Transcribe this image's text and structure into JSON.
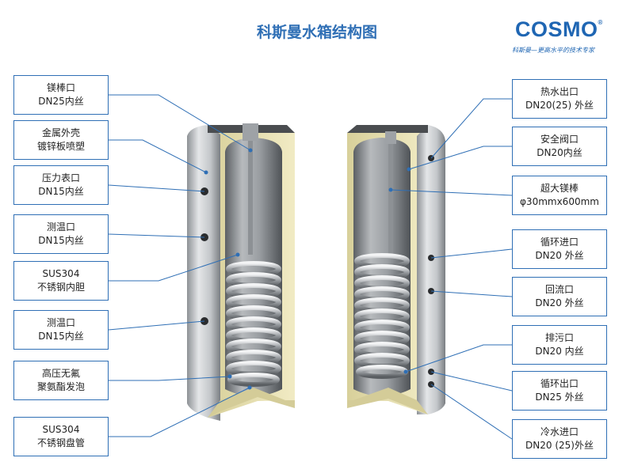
{
  "title": "科斯曼水箱结构图",
  "logo": {
    "text": "COSMO",
    "mark": "®",
    "tagline": "科斯曼—更高水平的技术专家"
  },
  "labels_left": [
    {
      "line1": "镁棒口",
      "line2": "DN25内丝"
    },
    {
      "line1": "金属外壳",
      "line2": "镀锌板喷塑"
    },
    {
      "line1": "压力表口",
      "line2": "DN15内丝"
    },
    {
      "line1": "测温口",
      "line2": "DN15内丝"
    },
    {
      "line1": "SUS304",
      "line2": "不锈钢内胆"
    },
    {
      "line1": "测温口",
      "line2": "DN15内丝"
    },
    {
      "line1": "高压无氟",
      "line2": "聚氨酯发泡"
    },
    {
      "line1": "SUS304",
      "line2": "不锈钢盘管"
    }
  ],
  "labels_right": [
    {
      "line1": "热水出口",
      "line2": "DN20(25) 外丝"
    },
    {
      "line1": "安全阀口",
      "line2": "DN20内丝"
    },
    {
      "line1": "超大镁棒",
      "line2": "φ30mmx600mm"
    },
    {
      "line1": "循环进口",
      "line2": "DN20 外丝"
    },
    {
      "line1": "回流口",
      "line2": "DN20 外丝"
    },
    {
      "line1": "排污口",
      "line2": "DN20 内丝"
    },
    {
      "line1": "循环出口",
      "line2": "DN25 外丝"
    },
    {
      "line1": "冷水进口",
      "line2": "DN20 (25)外丝"
    }
  ],
  "colors": {
    "accent": "#2f6fb5",
    "insulation": "#e9e2b0",
    "steel": "#b9bcc0"
  }
}
